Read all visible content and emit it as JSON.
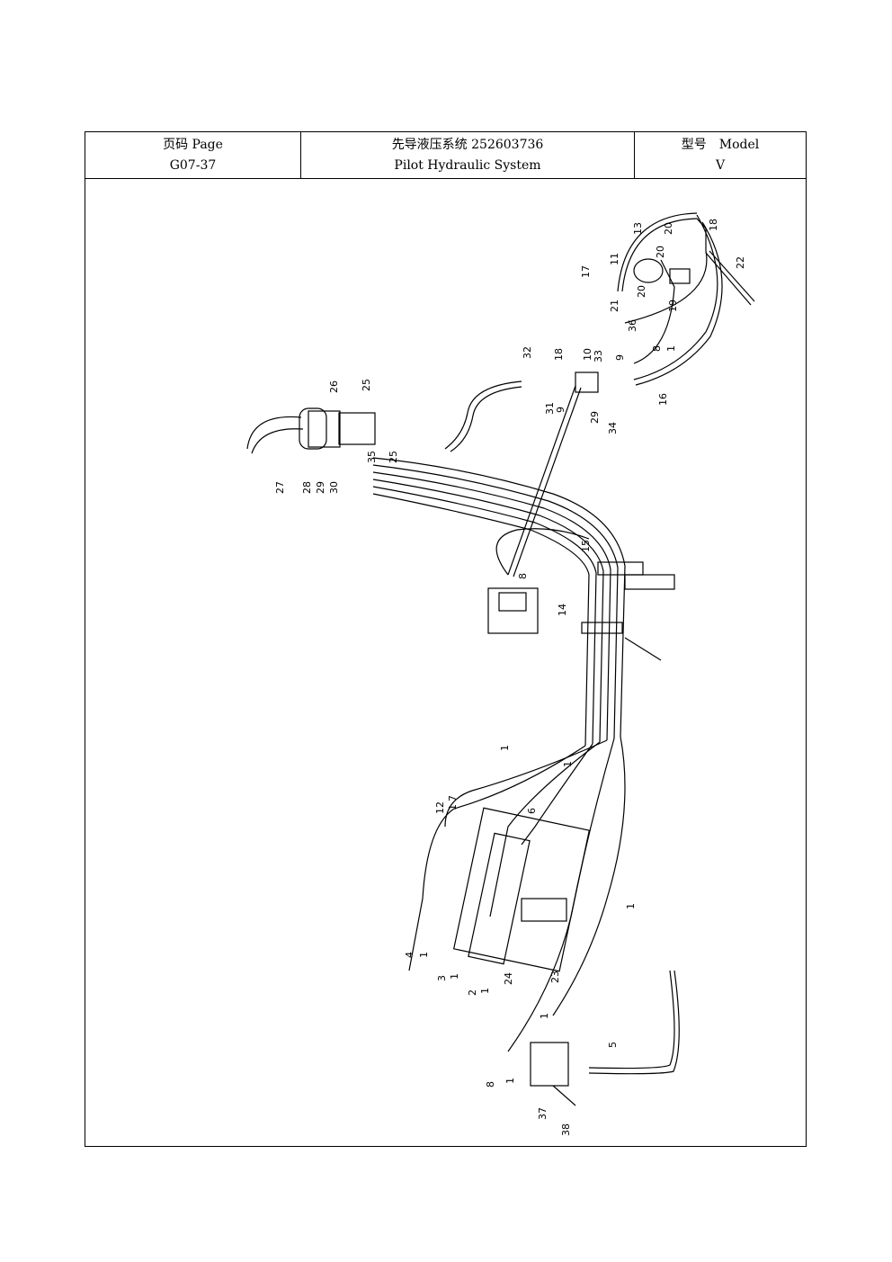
{
  "header": {
    "page_label": "页码 Page",
    "page_number": "G07-37",
    "title_cn": "先导液压系统 252603736",
    "title_en": "Pilot Hydraulic System",
    "model_label": "型号　Model",
    "model_value": "V"
  },
  "callouts": {
    "c13": "13",
    "c11": "11",
    "c17": "17",
    "c20a": "20",
    "c20b": "20",
    "c18a": "18",
    "c22": "22",
    "c21": "21",
    "c20c": "20",
    "c19": "19",
    "c36": "36",
    "c8a": "8",
    "c1a": "1",
    "c32": "32",
    "c18b": "18",
    "c10": "10",
    "c33": "33",
    "c9a": "9",
    "c31": "31",
    "c9b": "9",
    "c29a": "29",
    "c34": "34",
    "c16": "16",
    "c26": "26",
    "c25a": "25",
    "c25b": "25",
    "c35": "35",
    "c27": "27",
    "c28": "28",
    "c29b": "29",
    "c30": "30",
    "c15": "15",
    "c8b": "8",
    "c14": "14",
    "c1b": "1",
    "c1c": "1",
    "c12": "12",
    "c7": "7",
    "c6": "6",
    "c1d": "1",
    "c4": "4",
    "c1e": "1",
    "c3": "3",
    "c1f": "1",
    "c2": "2",
    "c1g": "1",
    "c24": "24",
    "c23": "23",
    "c1h": "1",
    "c1i": "1",
    "c5": "5",
    "c8c": "8",
    "c1j": "1",
    "c37": "37",
    "c38": "38"
  }
}
